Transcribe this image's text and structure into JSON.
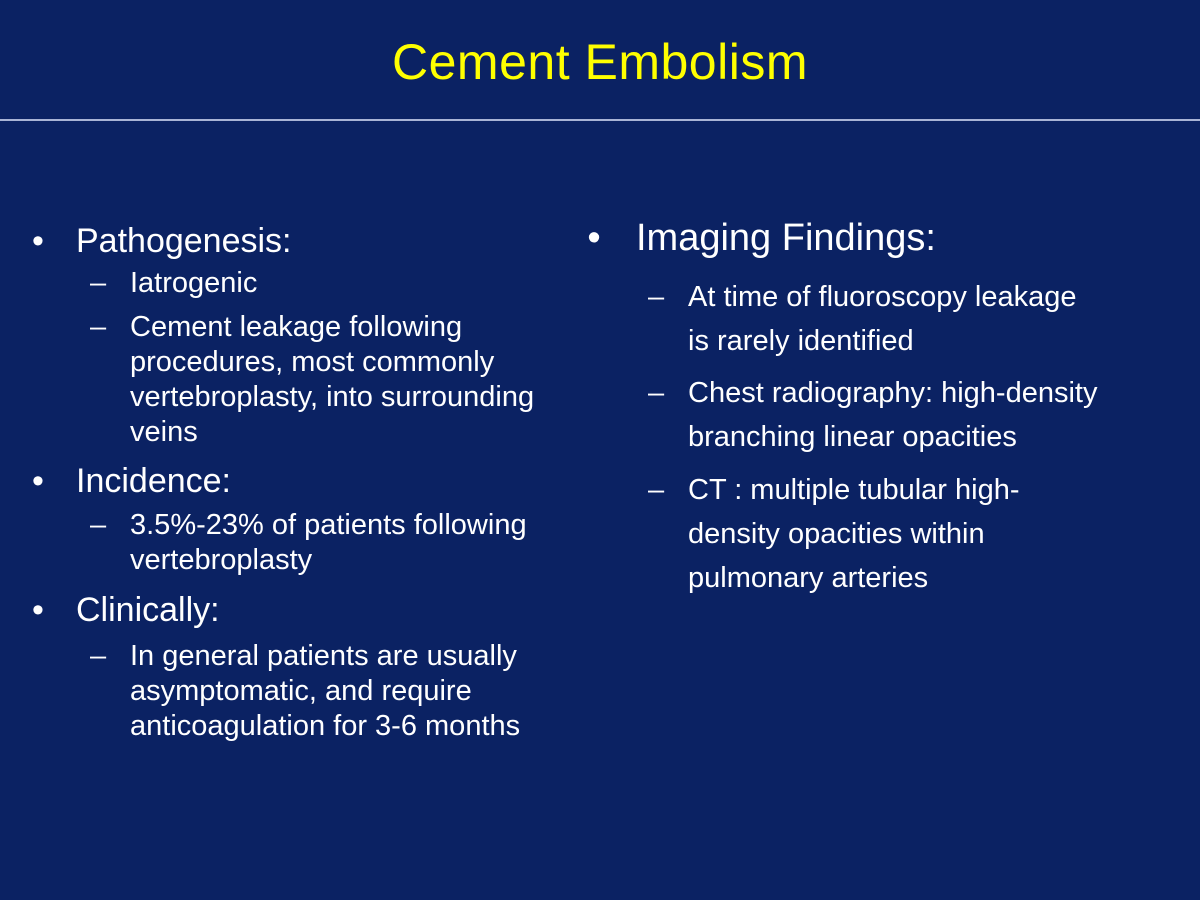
{
  "slide": {
    "title": "Cement Embolism",
    "bullet_glyph": "•",
    "dash_glyph": "–"
  },
  "left": {
    "sections": [
      {
        "heading": "Pathogenesis:",
        "items": [
          "Iatrogenic",
          "Cement leakage following\nprocedures, most commonly\nvertebroplasty, into surrounding\nveins"
        ]
      },
      {
        "heading": "Incidence:",
        "items": [
          "3.5%-23% of patients following\nvertebroplasty"
        ]
      },
      {
        "heading": "Clinically:",
        "items": [
          "In general patients are usually\nasymptomatic, and require\nanticoagulation for 3-6 months"
        ]
      }
    ]
  },
  "right": {
    "heading": "Imaging Findings:",
    "items": [
      "At time of fluoroscopy leakage\nis rarely identified",
      "Chest radiography: high-density\nbranching linear opacities",
      "CT : multiple tubular high-\ndensity opacities within\npulmonary arteries"
    ]
  }
}
